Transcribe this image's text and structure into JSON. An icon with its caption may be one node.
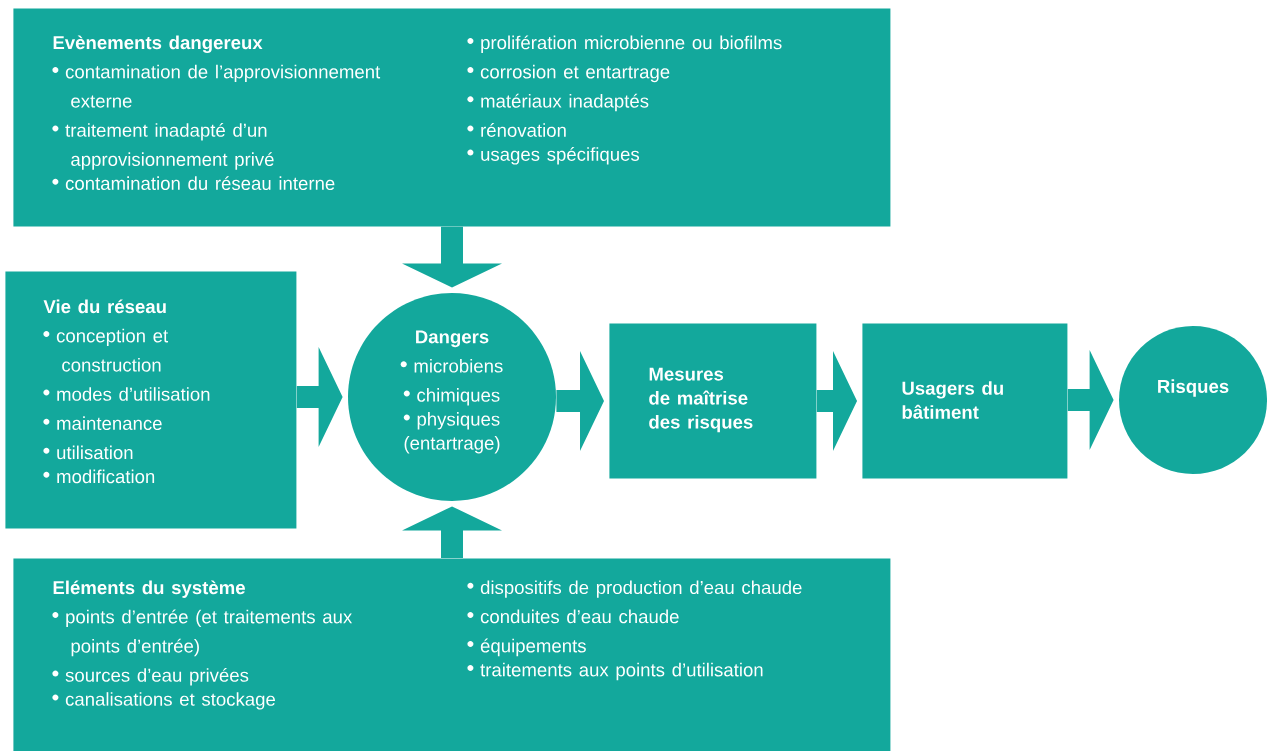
{
  "diagram": {
    "nodes": [
      {
        "text": [
          "Evènements dangereux",
          "contamination de l’approvisionnement externe",
          "traitement inadapté d’un approvisionnement privé",
          "contamination du réseau interne",
          "prolifération microbienne ou biofilms",
          "corrosion et entartrage",
          "matériaux inadaptés",
          "rénovation",
          "usages spécifiques"
        ]
      },
      {
        "text": [
          "Vie du réseau",
          "conception et construction",
          "modes d’utilisation",
          "maintenance",
          "utilisation",
          "modification"
        ]
      },
      {
        "text": [
          "Dangers",
          "microbiens",
          "chimiques",
          "physiques (entartrage)"
        ]
      },
      {
        "text": [
          "Mesures de maîtrise des risques"
        ]
      },
      {
        "text": [
          "Usagers du bâtiment"
        ]
      },
      {
        "text": [
          "Risques"
        ]
      },
      {
        "text": [
          "Eléments du système",
          "points d’entrée (et traitements aux points d’entrée)",
          "sources d’eau privées",
          "canalisations et stockage",
          "dispositifs de production d’eau chaude",
          "conduites d’eau chaude",
          "équipements",
          "traitements aux points d’utilisation"
        ]
      }
    ],
    "edges": [
      {
        "from": 0,
        "to": 2,
        "arrow": "to"
      },
      {
        "from": 1,
        "to": 2,
        "arrow": "to"
      },
      {
        "from": 6,
        "to": 2,
        "arrow": "to"
      },
      {
        "from": 2,
        "to": 3,
        "arrow": "to"
      },
      {
        "from": 3,
        "to": 4,
        "arrow": "to"
      },
      {
        "from": 4,
        "to": 5,
        "arrow": "to"
      }
    ]
  }
}
